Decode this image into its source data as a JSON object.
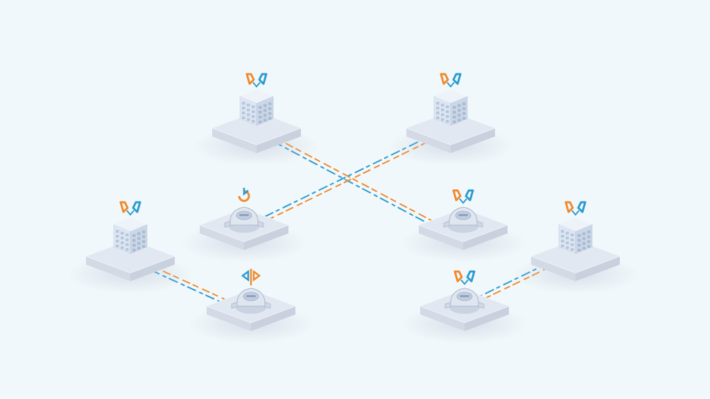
{
  "diagram": {
    "type": "isometric-network",
    "colors": {
      "background": "#f1f8fb",
      "platform_top": "#e2e8f1",
      "platform_side": "#c9d1de",
      "building": "#dde6f2",
      "link_blue": "#2b9bd1",
      "link_orange": "#f08a2c"
    },
    "nodes": [
      {
        "id": "top-left-server",
        "kind": "server-building",
        "icon": "shield-icon"
      },
      {
        "id": "top-right-server",
        "kind": "server-building",
        "icon": "shield-icon"
      },
      {
        "id": "center-left-robot",
        "kind": "robot-hub",
        "icon": "refresh-icon"
      },
      {
        "id": "center-right-robot",
        "kind": "robot-hub",
        "icon": "shield-icon"
      },
      {
        "id": "bottom-left-server",
        "kind": "server-building",
        "icon": "shield-icon"
      },
      {
        "id": "bottom-center-robot",
        "kind": "robot-hub",
        "icon": "arrows-icon"
      },
      {
        "id": "bottom-right-robot",
        "kind": "robot-hub",
        "icon": "shield-icon"
      },
      {
        "id": "right-server",
        "kind": "server-building",
        "icon": "shield-icon"
      }
    ],
    "links": [
      {
        "from": "top-left-server",
        "to": "center-right-robot"
      },
      {
        "from": "top-right-server",
        "to": "center-left-robot"
      },
      {
        "from": "bottom-left-server",
        "to": "bottom-center-robot"
      },
      {
        "from": "right-server",
        "to": "bottom-right-robot"
      }
    ]
  }
}
